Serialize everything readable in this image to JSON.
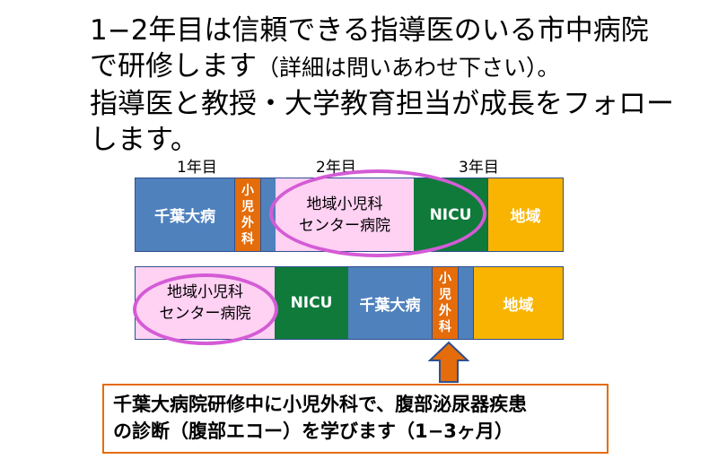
{
  "heading": {
    "line1": "1−2年目は信頼できる指導医のいる市中病院",
    "line2a": "で研修します",
    "line2b": "（詳細は問いあわせ下さい）。",
    "line3": "指導医と教授・大学教育担当が成長をフォロー",
    "line4": "します。"
  },
  "years": [
    "1年目",
    "2年目",
    "3年目"
  ],
  "track1": {
    "chiba": "千葉大病",
    "pediatric_surgery": [
      "小",
      "児",
      "外",
      "科"
    ],
    "regional_center": [
      "地域小児科",
      "センター病院"
    ],
    "nicu": "NICU",
    "regional": "地域"
  },
  "track2": {
    "regional_center": [
      "地域小児科",
      "センター病院"
    ],
    "nicu": "NICU",
    "chiba": "千葉大病",
    "pediatric_surgery": [
      "小",
      "児",
      "外",
      "科"
    ],
    "regional": "地域"
  },
  "note": {
    "line1": "千葉大病院研修中に小児外科で、腹部泌尿器疾患",
    "line2": "の診断（腹部エコー）を学びます（1−3ヶ月）"
  },
  "colors": {
    "university": "#4f81bd",
    "pediatric_surgery": "#e46c0a",
    "regional_center": "#ffd1f3",
    "nicu": "#0f7a3a",
    "regional": "#f8b400",
    "highlight_oval": "#d45bd6"
  }
}
